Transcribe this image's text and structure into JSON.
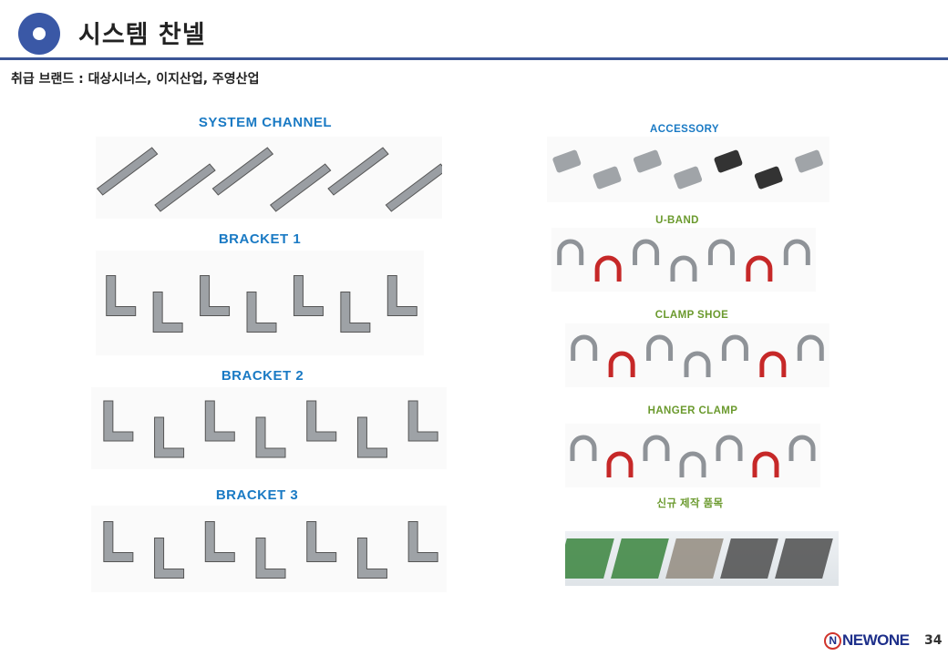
{
  "header": {
    "title": "시스템 찬넬",
    "subtitle": "취급 브랜드 : 대상시너스, 이지산업, 주영산업"
  },
  "left_sections": [
    {
      "label": "SYSTEM CHANNEL"
    },
    {
      "label": "BRACKET 1"
    },
    {
      "label": "BRACKET 2"
    },
    {
      "label": "BRACKET 3"
    }
  ],
  "right_sections": [
    {
      "label": "ACCESSORY"
    },
    {
      "label": "U-BAND"
    },
    {
      "label": "CLAMP SHOE"
    },
    {
      "label": "HANGER CLAMP"
    },
    {
      "label": "신규 제작 품목"
    }
  ],
  "footer": {
    "brand_mark": "N",
    "brand": "NEWONE",
    "page_number": "34"
  },
  "colors": {
    "accent": "#3a58a6",
    "label_blue": "#1a7ac4",
    "label_green": "#6b9a2e"
  }
}
